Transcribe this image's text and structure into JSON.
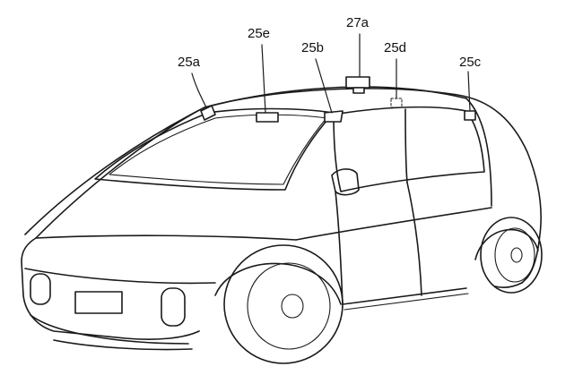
{
  "labels": {
    "sensor_25a": "25a",
    "sensor_25e": "25e",
    "sensor_25b": "25b",
    "sensor_27a": "27a",
    "sensor_25d": "25d",
    "sensor_25c": "25c"
  },
  "colors": {
    "line": "#1a1a1a",
    "background": "#ffffff"
  }
}
